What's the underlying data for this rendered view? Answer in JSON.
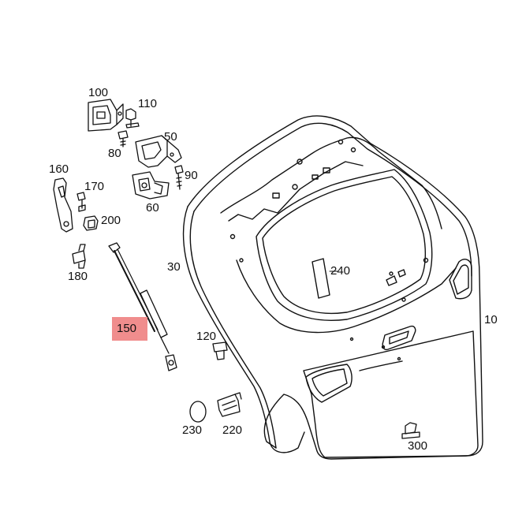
{
  "diagram": {
    "highlight_color": "#f08d8d",
    "line_color": "#111111",
    "labels": {
      "p10": "10",
      "p30": "30",
      "p50": "50",
      "p60": "60",
      "p80": "80",
      "p90": "90",
      "p100": "100",
      "p110": "110",
      "p120": "120",
      "p150": "150",
      "p160": "160",
      "p170": "170",
      "p180": "180",
      "p200": "200",
      "p220": "220",
      "p230": "230",
      "p240": "240",
      "p300": "300"
    }
  }
}
